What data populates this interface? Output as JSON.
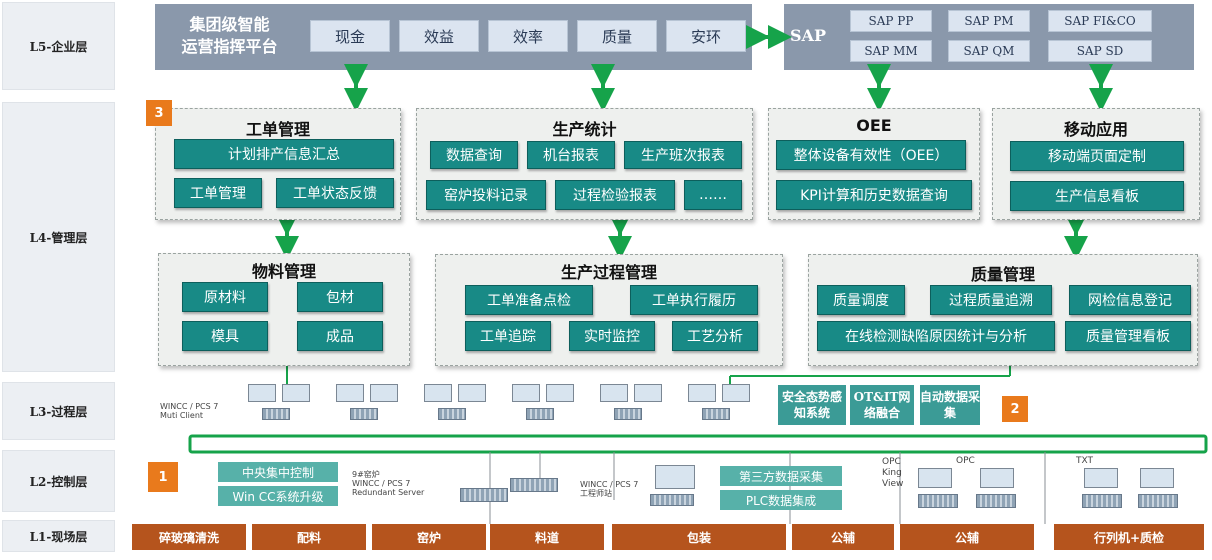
{
  "layers": {
    "l5": "L5-企业层",
    "l4": "L4-管理层",
    "l3": "L3-过程层",
    "l2": "L2-控制层",
    "l1": "L1-现场层"
  },
  "l5": {
    "platform_title_line1": "集团级智能",
    "platform_title_line2": "运营指挥平台",
    "items": [
      "现金",
      "效益",
      "效率",
      "质量",
      "安环"
    ],
    "sap_title": "SAP",
    "sap_items": [
      "SAP PP",
      "SAP PM",
      "SAP FI&CO",
      "SAP MM",
      "SAP QM",
      "SAP SD"
    ]
  },
  "badges": {
    "b3": "3",
    "b2": "2",
    "b1": "1"
  },
  "work_order": {
    "title": "工单管理",
    "items": [
      "计划排产信息汇总",
      "工单管理",
      "工单状态反馈"
    ]
  },
  "production_stats": {
    "title": "生产统计",
    "items": [
      "数据查询",
      "机台报表",
      "生产班次报表",
      "窑炉投料记录",
      "过程检验报表",
      "……"
    ]
  },
  "oee": {
    "title": "OEE",
    "items": [
      "整体设备有效性（OEE）",
      "KPI计算和历史数据查询"
    ]
  },
  "mobile": {
    "title": "移动应用",
    "items": [
      "移动端页面定制",
      "生产信息看板"
    ]
  },
  "material": {
    "title": "物料管理",
    "items": [
      "原材料",
      "包材",
      "模具",
      "成品"
    ]
  },
  "process": {
    "title": "生产过程管理",
    "items": [
      "工单准备点检",
      "工单执行履历",
      "工单追踪",
      "实时监控",
      "工艺分析"
    ]
  },
  "quality": {
    "title": "质量管理",
    "items": [
      "质量调度",
      "过程质量追溯",
      "网检信息登记",
      "在线检测缺陷原因统计与分析",
      "质量管理看板"
    ]
  },
  "l3": {
    "client_label_line1": "WINCC / PCS 7",
    "client_label_line2": "Muti Client",
    "teal_items": [
      "安全态势感知系统",
      "OT&IT网络融合",
      "自动数据采集"
    ]
  },
  "l2": {
    "left_items": [
      "中央集中控制",
      "Win CC系统升级"
    ],
    "server_label_line1": "9#窑炉",
    "server_label_line2": "WINCC / PCS 7",
    "server_label_line3": "Redundant Server",
    "eng_label_line1": "WINCC / PCS 7",
    "eng_label_line2": "工程师站",
    "right_items": [
      "第三方数据采集",
      "PLC数据集成"
    ],
    "opc_king_line1": "OPC",
    "opc_king_line2": "King",
    "opc_king_line3": "View",
    "opc": "OPC",
    "txt": "TXT"
  },
  "l1": {
    "items": [
      "碎玻璃清洗",
      "配料",
      "窑炉",
      "料道",
      "包装",
      "公辅",
      "公辅",
      "行列机+质检"
    ]
  },
  "colors": {
    "teal": "#188a86",
    "orange_badge": "#e97a1c",
    "field_layer": "#b5541d",
    "arrow_green": "#16a34a",
    "l5_bar": "#8a98ab"
  }
}
